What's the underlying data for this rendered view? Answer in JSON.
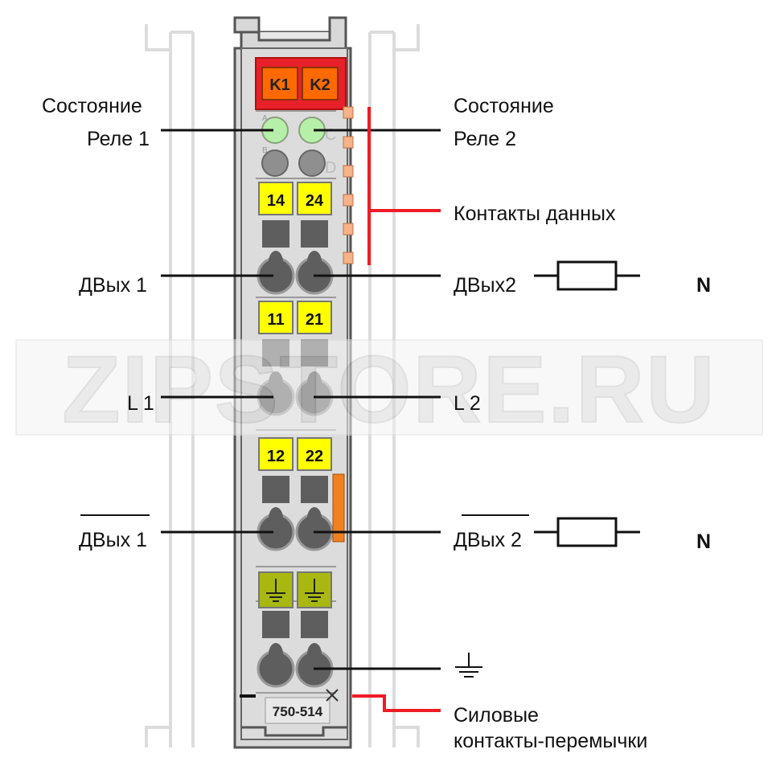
{
  "relays": {
    "k1": "K1",
    "k2": "K2"
  },
  "leds": {
    "a": "A",
    "b": "B",
    "c": "C",
    "d": "D"
  },
  "terminals": {
    "t14": "14",
    "t24": "24",
    "t11": "11",
    "t21": "21",
    "t12": "12",
    "t22": "22"
  },
  "model": "750-514",
  "watermark": "ZIPSTORE.RU",
  "labels": {
    "status1_line1": "Состояние",
    "status1_line2": "Реле 1",
    "status2_line1": "Состояние",
    "status2_line2": "Реле 2",
    "data_contacts": "Контакты данных",
    "dout1_top": "ДВых 1",
    "dout2_top": "ДВых2",
    "neutral_top": "N",
    "l1": "L 1",
    "l2": "L 2",
    "dout1_bottom": "ДВых 1",
    "dout2_bottom": "ДВых 2",
    "neutral_bottom": "N",
    "power_jumper_line1": "Силовые",
    "power_jumper_line2": "контакты-перемычки"
  },
  "colors": {
    "relay_header": "#e8202a",
    "relay_button": "#ff6a00",
    "led_green": "#b6f0a8",
    "led_gray": "#8f8f8f",
    "terminal_label": "#ffff00",
    "ground_label": "#a8b810",
    "leader_red": "#ee1c24",
    "body": "#dcdcdc"
  }
}
